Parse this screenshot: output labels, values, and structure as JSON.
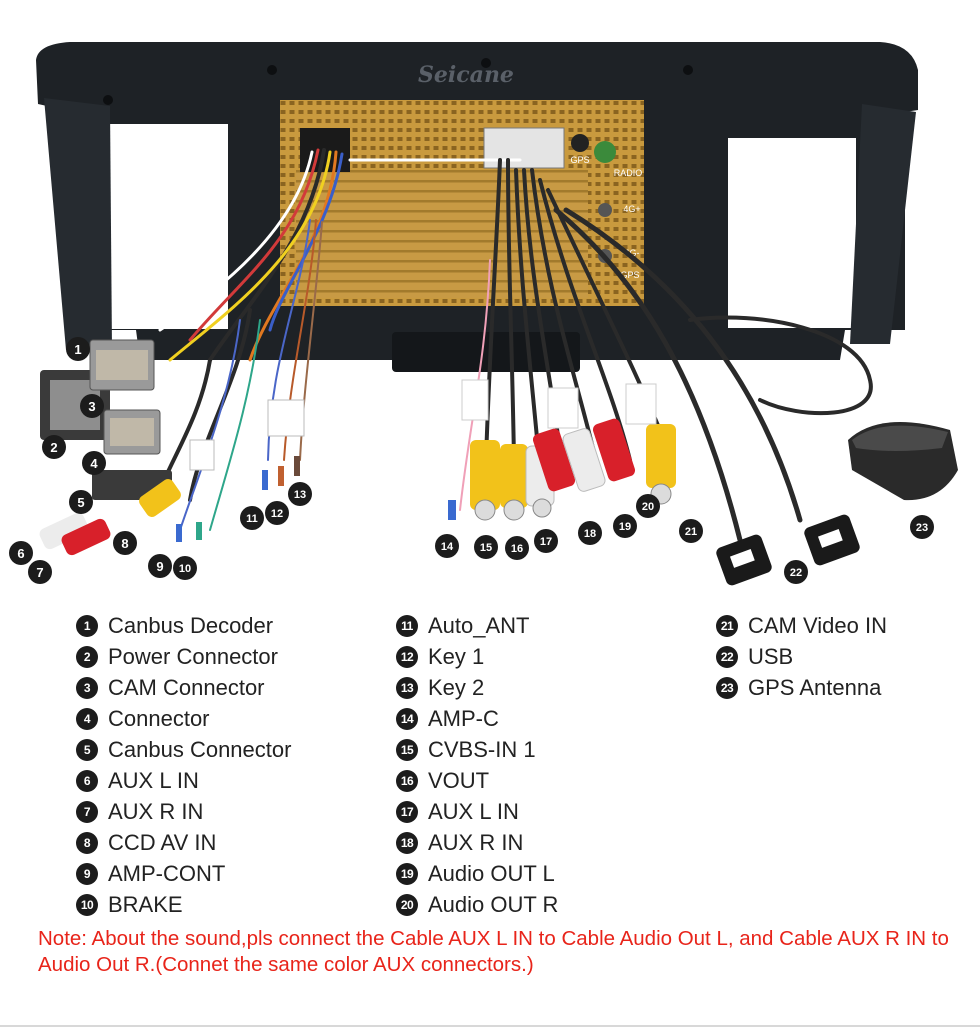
{
  "brand": "Seicane",
  "unit_labels": {
    "gps_port": "GPS",
    "radio_port": "RADIO",
    "port_4g_plus": "4G+",
    "port_4g_minus": "4G-",
    "gps_port_2": "GPS"
  },
  "legend": [
    {
      "num": "1",
      "label": "Canbus Decoder"
    },
    {
      "num": "2",
      "label": "Power Connector"
    },
    {
      "num": "3",
      "label": "CAM Connector"
    },
    {
      "num": "4",
      "label": "Connector"
    },
    {
      "num": "5",
      "label": "Canbus Connector"
    },
    {
      "num": "6",
      "label": "AUX L IN"
    },
    {
      "num": "7",
      "label": "AUX R IN"
    },
    {
      "num": "8",
      "label": "CCD AV IN"
    },
    {
      "num": "9",
      "label": "AMP-CONT"
    },
    {
      "num": "10",
      "label": "BRAKE"
    },
    {
      "num": "11",
      "label": "Auto_ANT"
    },
    {
      "num": "12",
      "label": "Key 1"
    },
    {
      "num": "13",
      "label": "Key 2"
    },
    {
      "num": "14",
      "label": "AMP-C"
    },
    {
      "num": "15",
      "label": "CVBS-IN 1"
    },
    {
      "num": "16",
      "label": "VOUT"
    },
    {
      "num": "17",
      "label": "AUX L IN"
    },
    {
      "num": "18",
      "label": "AUX R IN"
    },
    {
      "num": "19",
      "label": "Audio OUT L"
    },
    {
      "num": "20",
      "label": "Audio OUT R"
    },
    {
      "num": "21",
      "label": "CAM Video IN"
    },
    {
      "num": "22",
      "label": "USB"
    },
    {
      "num": "23",
      "label": "GPS Antenna"
    }
  ],
  "note": "Note: About the sound,pls connect the Cable AUX L IN to Cable Audio Out L, and Cable AUX R IN to  Audio Out R.(Connet the same color AUX connectors.)",
  "colors": {
    "frame": "#1e2226",
    "chassis": "#c99a3e",
    "note_text": "#e8241a",
    "marker": "#1c1c1c",
    "rca_yellow": "#f2c21a",
    "rca_red": "#d8202a",
    "rca_white": "#ececec",
    "connector_gray": "#8e8e8e"
  }
}
